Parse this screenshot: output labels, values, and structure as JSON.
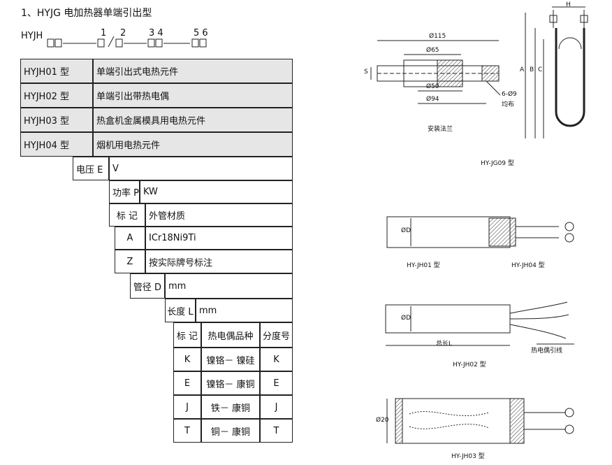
{
  "title": "1、HYJG 电加热器单端引出型",
  "code": {
    "prefix": "HYJH",
    "n1": "1",
    "slash": "/",
    "n2": "2",
    "n34": "3 4",
    "n56": "5 6"
  },
  "types": [
    {
      "code": "HYJH01 型",
      "desc": "单端引出式电热元件"
    },
    {
      "code": "HYJH02 型",
      "desc": "单端引出带热电偶"
    },
    {
      "code": "HYJH03 型",
      "desc": "热盒机金属模具用电热元件"
    },
    {
      "code": "HYJH04 型",
      "desc": "烟机用电热元件"
    }
  ],
  "voltage": {
    "label": "电压 E",
    "unit": "V"
  },
  "power": {
    "label": "功率 P",
    "unit": "KW"
  },
  "material_header": {
    "label": "标 记",
    "value": "外管材质"
  },
  "materials": [
    {
      "mark": "A",
      "value": "ICr18Ni9Ti"
    },
    {
      "mark": "Z",
      "value": "按实际牌号标注"
    }
  ],
  "diameter": {
    "label": "管径 D",
    "unit": "mm"
  },
  "length": {
    "label": "长度 L",
    "unit": "mm"
  },
  "tc_header": {
    "mark": "标 记",
    "kind": "热电偶品种",
    "grade": "分度号"
  },
  "thermocouples": [
    {
      "mark": "K",
      "kind": "镍铬－ 镍硅",
      "grade": "K"
    },
    {
      "mark": "E",
      "kind": "镍铬－ 康铜",
      "grade": "E"
    },
    {
      "mark": "J",
      "kind": "铁－ 康铜",
      "grade": "J"
    },
    {
      "mark": "T",
      "kind": "铜－ 康铜",
      "grade": "T"
    }
  ],
  "drawings": {
    "flange": {
      "d115": "Ø115",
      "d65": "Ø65",
      "d50": "Ø50",
      "d94": "Ø94",
      "s": "S",
      "holes": "6-Ø9",
      "holes2": "均布",
      "caption": "安装法兰"
    },
    "jg09": {
      "h": "H",
      "a": "A",
      "b": "B",
      "c": "C",
      "caption": "HY-JG09 型"
    },
    "jh01": {
      "od": "ØD",
      "caption1": "HY-JH01 型",
      "caption4": "HY-JH04 型"
    },
    "jh02": {
      "od": "ØD",
      "len": "总长L",
      "lead": "热电偶引线",
      "caption": "HY-JH02 型"
    },
    "jh03": {
      "od": "Ø20",
      "caption": "HY-JH03 型"
    }
  }
}
